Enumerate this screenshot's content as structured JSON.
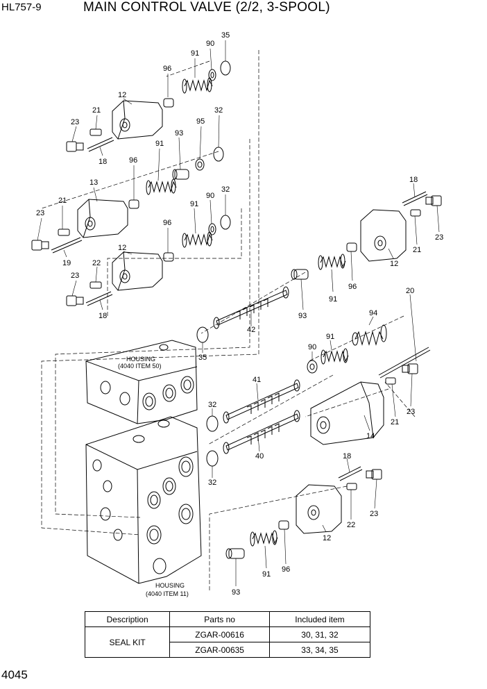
{
  "header": {
    "model": "HL757-9",
    "title": "MAIN CONTROL VALVE (2/2, 3-SPOOL)"
  },
  "page_number": "4045",
  "callouts": {
    "c35a": "35",
    "c91a": "91",
    "c90a": "90",
    "c96a": "96",
    "c12a": "12",
    "c21a": "21",
    "c23a": "23",
    "c18a": "18",
    "c93a": "93",
    "c95": "95",
    "c32a": "32",
    "c91b": "91",
    "c96b": "96",
    "c13": "13",
    "c21b": "21",
    "c23b": "23",
    "c19": "19",
    "c91c": "91",
    "c90b": "90",
    "c32b": "32",
    "c96c": "96",
    "c12b": "12",
    "c22a": "22",
    "c23c": "23",
    "c18b": "18",
    "c18c": "18",
    "c23d": "23",
    "c21c": "21",
    "c12c": "12",
    "c91d": "91",
    "c96d": "96",
    "c93b": "93",
    "c42": "42",
    "c20": "20",
    "c94": "94",
    "c90c": "90",
    "c91e": "91",
    "c35b": "35",
    "c41": "41",
    "c32c": "32",
    "c32d": "32",
    "c40": "40",
    "c21d": "21",
    "c23e": "23",
    "c14": "14",
    "c18d": "18",
    "c23f": "23",
    "c22b": "22",
    "c12d": "12",
    "c96e": "96",
    "c91f": "91",
    "c93c": "93"
  },
  "housing_upper": {
    "line1": "HOUSING",
    "line2": "(4040 ITEM 50)"
  },
  "housing_lower": {
    "line1": "HOUSING",
    "line2": "(4040 ITEM 11)"
  },
  "seal_table": {
    "headers": [
      "Description",
      "Parts no",
      "Included item"
    ],
    "description": "SEAL KIT",
    "rows": [
      {
        "part": "ZGAR-00616",
        "items": "30, 31, 32"
      },
      {
        "part": "ZGAR-00635",
        "items": "33, 34, 35"
      }
    ]
  }
}
